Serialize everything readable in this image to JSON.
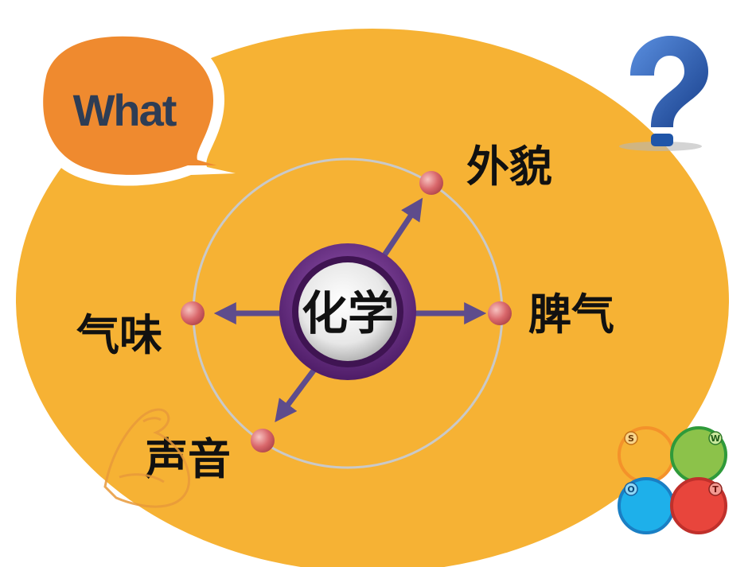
{
  "bubble": {
    "text": "What"
  },
  "center": {
    "text": "化学"
  },
  "nodes": [
    {
      "id": "top-right",
      "label": "外貌"
    },
    {
      "id": "right",
      "label": "脾气"
    },
    {
      "id": "left",
      "label": "气味"
    },
    {
      "id": "bottom-left",
      "label": "声音"
    }
  ],
  "swot": {
    "s": "S",
    "w": "W",
    "o": "O",
    "t": "T"
  },
  "colors": {
    "background_blob": "#F6B234",
    "bubble": "#EF8A2F",
    "bubble_text": "#2E3D55",
    "orbit": "#C9C9C9",
    "node": "#D9676B",
    "arrow": "#5E4C8C",
    "hub_ring": "#6A2F86",
    "question_mark": "#1F55A8",
    "swot_s": "#F6B234",
    "swot_w": "#8CC24A",
    "swot_o": "#1EB0EA",
    "swot_t": "#E8453C"
  },
  "icons": [
    "question-mark-icon",
    "muscle-arm-icon",
    "swot-icon"
  ]
}
